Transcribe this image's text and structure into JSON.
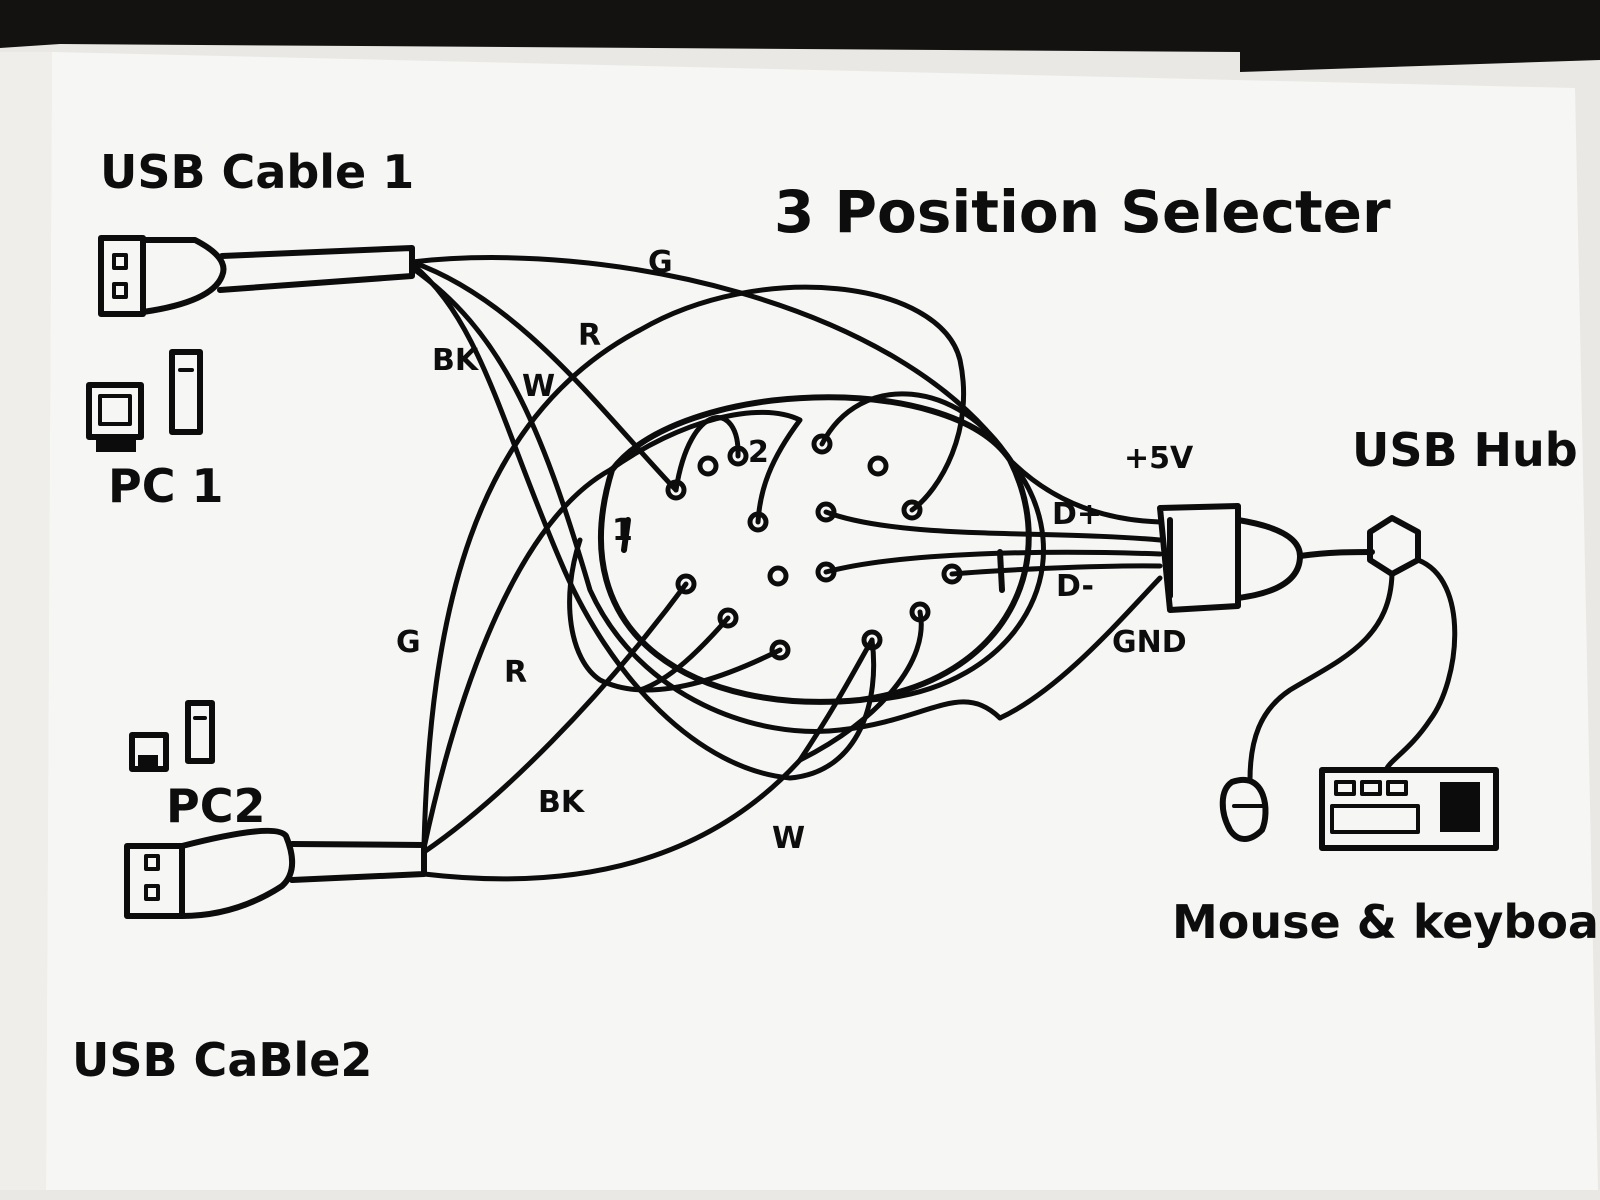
{
  "diagram": {
    "title": "3 Position Selecter",
    "cable1_label": "USB Cable 1",
    "cable2_label": "USB CaBle2",
    "pc1_label": "PC 1",
    "pc2_label": "PC2",
    "hub_label": "USB Hub",
    "peripherals_label": "Mouse & keyboard",
    "wire_labels": {
      "g_top": "G",
      "r_top": "R",
      "bk_top": "BK",
      "w_top": "W",
      "g_bottom": "G",
      "r_bottom": "R",
      "bk_bottom": "BK",
      "w_bottom": "W"
    },
    "pin_labels": {
      "vplus": "+5V",
      "dplus": "D+",
      "dminus": "D-",
      "gnd": "GND"
    },
    "selector_marks": {
      "one": "1",
      "two": "2"
    }
  },
  "colors": {
    "paper": "#f6f6f4",
    "ink": "#0c0c0c",
    "background": "#141210"
  }
}
